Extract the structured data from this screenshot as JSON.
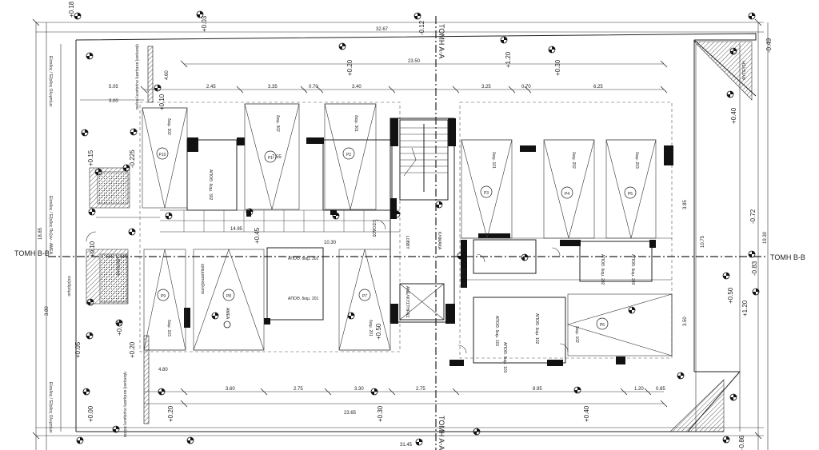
{
  "sections": {
    "aa_top": "ΤΟΜΗ Α-Α",
    "aa_bottom": "ΤΟΜΗ Α-Α",
    "bb_left": "ΤΟΜΗ Β-Β",
    "bb_right": "ΤΟΜΗ Β-Β"
  },
  "parking": {
    "p1": "P1",
    "p2": "P2",
    "p3": "P3",
    "p4": "P4",
    "p5": "P5",
    "p6": "P6",
    "p7": "P7",
    "p8": "P8",
    "p9": "P9",
    "p10": "P10"
  },
  "units": {
    "u302a": "διαμ. 302",
    "u302b": "διαμ. 302",
    "u301": "διαμ. 301",
    "u101": "διαμ. 101",
    "u202": "διαμ. 202",
    "u203": "διαμ. 203",
    "u201": "διαμ. 201",
    "u103": "διαμ. 103",
    "u102": "διαμ. 102"
  },
  "storage": {
    "store_302": "ΑΠΟΘ. διαμ. 302",
    "store_301": "ΑΠΟΘ. διαμ. 301",
    "store_201": "ΑΠΟΘ. διαμ. 201",
    "store_202": "ΑΠΟΘ. διαμ. 202",
    "store_203": "ΑΠΟΘ. διαμ. 203",
    "store_101": "ΑΠΟΘ. διαμ. 101",
    "store_102": "ΑΠΟΘ. διαμ. 102",
    "store_103": "ΑΠΟΘ. διαμ. 103"
  },
  "labels": {
    "amea": "ΑΜΕΑ",
    "lobby": "LOBBY",
    "entrance": "ΕΙΣΟΔΟΣ",
    "stairs": "ΚΛΙΜΑΚΑ",
    "elevator": "ΑΝΕΛΚΥΣΤΗΡΑΣ",
    "entry_olympus_top": "Είσοδος / Έξοδος Ολυμπίων",
    "entry_amea": "Είσοδος / Έξοδος Πεζών - ΑΜΕΑ",
    "entry_olympus_bottom": "Είσοδος / Έξοδος Ολυμπίων",
    "gate_note_top": "ηλεκτρική αυτόματη συρόμενη πόρτα",
    "gate_note_bottom": "ηλεκτρική αυτόματη συρόμενη πόρτα",
    "ramp_note": "πεζοδρόμιο",
    "garden": "ΦΥΤΕΥΣΗ",
    "mailboxes": "γραμματοκιβώτια"
  },
  "levels": {
    "l_top1": "+0.18",
    "l_top2": "+0.03",
    "l_top3": "-0.12",
    "l_tr": "-0.49",
    "l_r1": "+0.40",
    "l_r2": "-0.72",
    "l_r3": "-0.83",
    "l_r4": "+0.50",
    "l_r5": "+1.20",
    "l_br": "-0.86",
    "l_b1": "+0.00",
    "l_b2": "+0.20",
    "l_b3": "+0.30",
    "l_b4": "+0.40",
    "l_l1": "+0.15",
    "l_l2": "+0.10",
    "l_l3": "+0.05",
    "l_l4": "+0.65",
    "l_c1": "+0.20",
    "l_c2": "+0.30",
    "l_c3": "+1.20",
    "l_c4": "+0.45",
    "l_c5": "+0.575",
    "l_c6": "+0.50",
    "l_c7": "+0.20",
    "l_c8": "-0.225",
    "l_c9": "+0.10"
  },
  "dims": {
    "top_total": "32.67",
    "top_inner": "23.50",
    "d_245": "2.45",
    "d_335": "3.35",
    "d_070a": "0.70",
    "d_340": "3.40",
    "d_325": "3.25",
    "d_070b": "0.70",
    "d_625": "6.25",
    "d_505": "5.05",
    "d_300": "3.00",
    "d_460": "4.60",
    "d_755": "7.55",
    "d_1495": "14.95",
    "d_1030": "10.30",
    "bot_360": "3.60",
    "bot_275a": "2.75",
    "bot_330": "3.30",
    "bot_275b": "2.75",
    "bot_895": "8.95",
    "bot_120": "1.20",
    "bot_085": "0.85",
    "bot_2365": "23.65",
    "bot_total": "31.45",
    "left_1885": "18.85",
    "right_1930": "19.30",
    "right_1075": "10.75",
    "d_385": "3.85",
    "d_350": "3.50",
    "d_380": "3.80",
    "d_480": "4.80"
  }
}
